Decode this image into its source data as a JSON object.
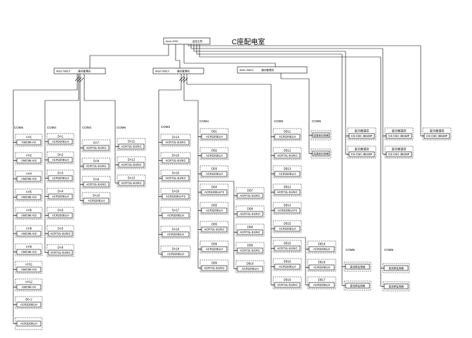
{
  "title": "C座配电室",
  "host": {
    "model": "Acrel-2000",
    "name": "监控主机"
  },
  "gateways": [
    {
      "model": "ANet-7MIEX",
      "name": "通讯管理机"
    },
    {
      "model": "ANet-7MIEX",
      "name": "通讯管理机"
    },
    {
      "model": "ANet-7MIEX",
      "name": "通讯管理机"
    }
  ],
  "groups": [
    {
      "port": "COM5",
      "devices": [
        {
          "tag": "AH1",
          "model": "AMC96-AV"
        },
        {
          "tag": "AH2",
          "model": "AMC96-AI3"
        },
        {
          "tag": "AH4",
          "model": "AMC96-AI3"
        },
        {
          "tag": "AH5",
          "model": "AMC96-AI3"
        },
        {
          "tag": "AH6",
          "model": "AMC96-AI3"
        },
        {
          "tag": "AH8",
          "model": "AMC96-AI3"
        },
        {
          "tag": "AH9",
          "model": "AMC96-AI3"
        },
        {
          "tag": "AH11",
          "model": "AMC96-AI3"
        },
        {
          "tag": "AH12",
          "model": "AMC96-AV"
        },
        {
          "tag": "BS-2",
          "model": "ACR220ELH"
        },
        {
          "model": "ACR220ELH"
        }
      ]
    },
    {
      "port": "COM4",
      "devices": [
        {
          "tag": "DA1",
          "model": "ACR220ELH"
        },
        {
          "tag": "DA2",
          "model": "ACR220ELH"
        },
        {
          "tag": "DA3",
          "model": "ACR220ELH"
        },
        {
          "tag": "DA4",
          "model": "ACR220ELH"
        },
        {
          "tag": "DA5",
          "model": "ACR220ELH"
        },
        {
          "tag": "DA5",
          "model": "ACR72L-E4/KC"
        },
        {
          "tag": "DA6",
          "model": "ACR72L-E4/KC"
        }
      ]
    },
    {
      "port": "COM3",
      "devices": [
        {
          "tag": "DA7",
          "model": "ACR72L-E4/KC"
        },
        {
          "tag": "DA8",
          "model": "ACR72L-E4/KC"
        },
        {
          "tag": "DA9",
          "model": "ACR72L-E4/KC"
        },
        {
          "tag": "DA10",
          "model": "ACR220ELH"
        }
      ]
    },
    {
      "port": "COM6",
      "devices": [
        {
          "tag": "DA11",
          "model": "ACR72L-E4/KC"
        },
        {
          "tag": "DA12",
          "model": "ACR72L-E4/KC"
        },
        {
          "tag": "DA13",
          "model": "ACR72L-E4/KC"
        }
      ]
    },
    {
      "port": "COM3",
      "devices": [
        {
          "tag": "DA14",
          "model": "ACR72L-E4/KC"
        },
        {
          "tag": "DA15",
          "model": "ACR72L-E4/KC"
        },
        {
          "tag": "DA15",
          "model": "ACR72L-E4/KC"
        },
        {
          "tag": "DA16",
          "model": "ACR220ELH*2"
        },
        {
          "tag": "DA17",
          "model": "ACR220ELH"
        },
        {
          "tag": "DA18",
          "model": "ACR220ELH"
        },
        {
          "tag": "DA19",
          "model": "ACR220ELH"
        }
      ]
    },
    {
      "port": "COM4",
      "devices": [
        {
          "tag": "DB1",
          "model": "ACR220ELH"
        },
        {
          "tag": "DB2",
          "model": "ACR220ELH"
        },
        {
          "tag": "DB3",
          "model": "ACR220ELH"
        },
        {
          "tag": "DB4",
          "model": "ACR220ELH*2"
        },
        {
          "tag": "DB5",
          "model": "ACR220ELH"
        },
        {
          "tag": "DB5",
          "model": "ACR72L-E4/KC"
        },
        {
          "tag": "DB6",
          "model": "ACR220ELH"
        },
        {
          "tag": "DB6",
          "model": "ACR72L-E4/KC"
        }
      ]
    },
    {
      "devices": [
        {
          "tag": "DB7",
          "model": "ACR72L-E4/KC"
        },
        {
          "tag": "DB8",
          "model": "ACR72L-E4/KC"
        },
        {
          "tag": "DB8",
          "model": "ACR72L-E4/KC"
        },
        {
          "tag": "DB9",
          "model": "ACR72L-E4/KC"
        },
        {
          "tag": "DB10",
          "model": "ACR220ELH"
        }
      ]
    },
    {
      "port": "COM5",
      "devices": [
        {
          "tag": "DB11",
          "model": "ACR220ELH"
        },
        {
          "tag": "DB12",
          "model": "ACR72L-E4/KC"
        },
        {
          "tag": "DB13",
          "model": "ACR220ELH"
        },
        {
          "tag": "DB13",
          "model": "ACR72L-E4/KC"
        },
        {
          "tag": "DB14",
          "model": "ACR220ELH*2"
        },
        {
          "tag": "DB15",
          "model": "ACR220ELH"
        },
        {
          "tag": "DB15",
          "model": "ACR72L-E4/KC"
        },
        {
          "tag": "DB16",
          "model": "ACR220ELH"
        },
        {
          "tag": "DB16",
          "model": "ACR72L-E4/KC"
        }
      ]
    },
    {
      "devices": [
        {
          "tag": "DB19",
          "model": "ACR220ELH"
        },
        {
          "tag": "DB18",
          "model": "ACR220ELH"
        },
        {
          "tag": "DB17",
          "model": "ACR220ELH"
        }
      ]
    },
    {
      "port": "COM5",
      "devices": [
        {
          "model": "温湿度控制器"
        },
        {
          "model": "温湿度控制器"
        }
      ]
    },
    {
      "devices": [
        {
          "tag": "变压器温控",
          "model": "CS-C5C-3B1MF"
        },
        {
          "tag": "变压器温控",
          "model": "CS-C5C-3B1MF"
        }
      ]
    },
    {
      "devices": [
        {
          "tag": "变压器温控",
          "model": "CS-C5C-3B1MF"
        },
        {
          "tag": "变压器温控",
          "model": "CS-C5C-3B1MF"
        }
      ]
    },
    {
      "devices": [
        {
          "tag": "变压器温控",
          "model": "CS-C5C-3B1MF"
        }
      ]
    },
    {
      "port": "COM5",
      "devices": [
        {
          "model": "直流屏监测器"
        },
        {
          "model": "直流屏监测器"
        }
      ]
    },
    {
      "port": "COM5",
      "devices": [
        {
          "model": "直流屏监测器"
        },
        {
          "model": "直流屏监测器"
        }
      ]
    }
  ]
}
